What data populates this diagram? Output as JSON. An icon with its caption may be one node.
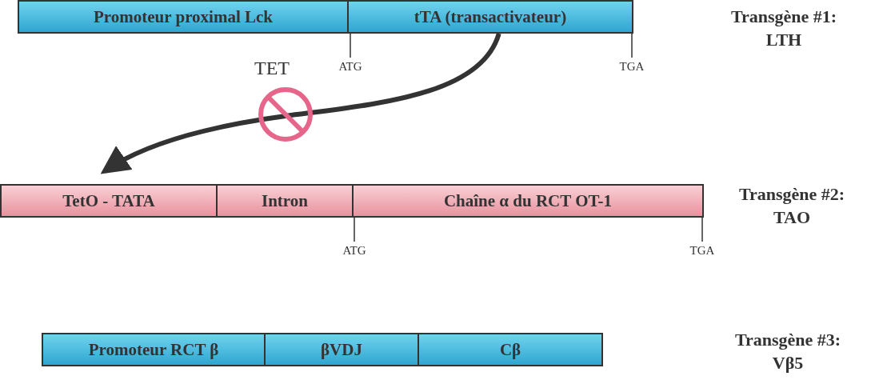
{
  "diagram": {
    "nodes": [
      {
        "text": [
          "Promoteur proximal Lck"
        ]
      },
      {
        "text": [
          "tTA (transactivateur)"
        ]
      },
      {
        "text": [
          "TetO - TATA"
        ]
      },
      {
        "text": [
          "Intron"
        ]
      },
      {
        "text": [
          "Chaîne α du RCT OT-1"
        ]
      },
      {
        "text": [
          "Promoteur RCT β"
        ]
      },
      {
        "text": [
          "βVDJ"
        ]
      },
      {
        "text": [
          "Cβ"
        ]
      },
      {
        "text": [
          "ATG"
        ]
      },
      {
        "text": [
          "TGA"
        ]
      },
      {
        "text": [
          "ATG"
        ]
      },
      {
        "text": [
          "TGA"
        ]
      }
    ],
    "edges": [
      {
        "from": 1,
        "to": 2,
        "arrow": "to",
        "style": "thick"
      },
      {
        "from": 1,
        "to": 8,
        "arrow": "none"
      },
      {
        "from": 1,
        "to": 9,
        "arrow": "none"
      },
      {
        "from": 4,
        "to": 10,
        "arrow": "none"
      },
      {
        "from": 4,
        "to": 11,
        "arrow": "none"
      }
    ],
    "labels": [
      "Transgène #1: LTH",
      "TET",
      "Transgène #2: TAO",
      "Transgène #3: Vβ5"
    ]
  }
}
